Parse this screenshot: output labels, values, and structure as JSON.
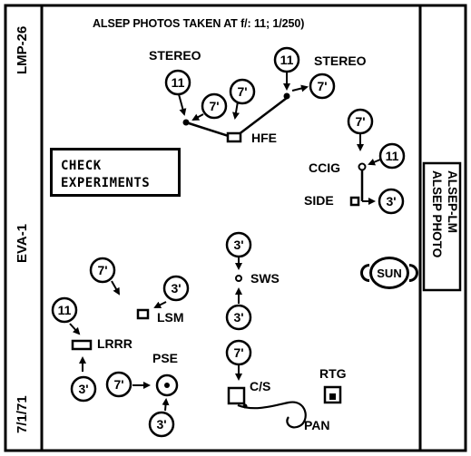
{
  "header": "ALSEP PHOTOS TAKEN AT f/: 11; 1/250)",
  "check_box": {
    "line1": "CHECK",
    "line2": "EXPERIMENTS"
  },
  "left_strip": {
    "top": "LMP-26",
    "middle": "EVA-1",
    "bottom": "7/1/71"
  },
  "right_strip": {
    "line1": "ALSEP-LM",
    "line2": "ALSEP PHOTO"
  },
  "labels": {
    "stereo_left": "STEREO",
    "stereo_right": "STEREO",
    "hfe": "HFE",
    "ccig": "CCIG",
    "side": "SIDE",
    "sws": "SWS",
    "lsm": "LSM",
    "lrrr": "LRRR",
    "pse": "PSE",
    "cs": "C/S",
    "rtg": "RTG",
    "pan": "PAN",
    "sun": "SUN"
  },
  "circles": {
    "stereo_left_11": "11",
    "stereo_left_7a": "7'",
    "hfe_7": "7'",
    "stereo_right_11": "11",
    "stereo_right_7": "7'",
    "ccig_7": "7'",
    "ccig_11": "11",
    "side_3": "3'",
    "sws_top_3": "3'",
    "sws_bot_3": "3'",
    "lsm_7": "7'",
    "lsm_3": "3'",
    "lrrr_11": "11",
    "lrrr_3": "3'",
    "pse_7": "7'",
    "pse_3": "3'",
    "cs_7": "7'"
  }
}
